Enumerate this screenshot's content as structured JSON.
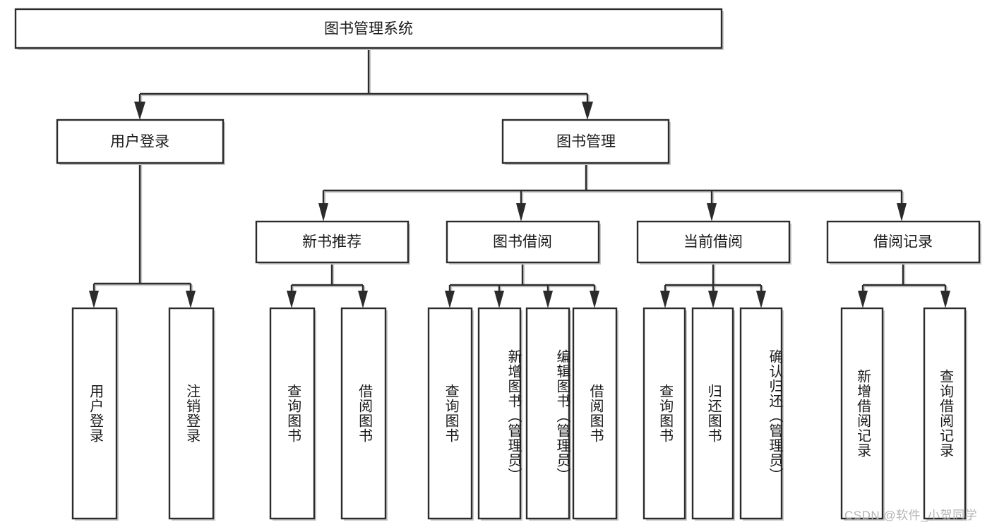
{
  "diagram": {
    "type": "tree",
    "title": "图书管理系统",
    "watermark": "CSDN @软件_小贺同学",
    "root": {
      "id": "root",
      "label": "图书管理系统",
      "orientation": "horizontal"
    },
    "level2": [
      {
        "id": "user-login",
        "label": "用户登录",
        "orientation": "horizontal"
      },
      {
        "id": "book-manage",
        "label": "图书管理",
        "orientation": "horizontal"
      }
    ],
    "level3": [
      {
        "id": "new-book-recommend",
        "label": "新书推荐",
        "parent": "book-manage",
        "orientation": "horizontal"
      },
      {
        "id": "book-borrow",
        "label": "图书借阅",
        "parent": "book-manage",
        "orientation": "horizontal"
      },
      {
        "id": "current-borrow",
        "label": "当前借阅",
        "parent": "book-manage",
        "orientation": "horizontal"
      },
      {
        "id": "borrow-record",
        "label": "借阅记录",
        "parent": "book-manage",
        "orientation": "horizontal"
      }
    ],
    "leaves": [
      {
        "id": "leaf-user-login",
        "label": "用户登录",
        "parent": "user-login",
        "orientation": "vertical"
      },
      {
        "id": "leaf-logout-login",
        "label": "注销登录",
        "parent": "user-login",
        "orientation": "vertical"
      },
      {
        "id": "leaf-query-book-1",
        "label": "查询图书",
        "parent": "new-book-recommend",
        "orientation": "vertical"
      },
      {
        "id": "leaf-borrow-book-1",
        "label": "借阅图书",
        "parent": "new-book-recommend",
        "orientation": "vertical"
      },
      {
        "id": "leaf-query-book-2",
        "label": "查询图书",
        "parent": "book-borrow",
        "orientation": "vertical"
      },
      {
        "id": "leaf-add-book",
        "label": "新增图书（管理员）",
        "parent": "book-borrow",
        "orientation": "vertical"
      },
      {
        "id": "leaf-edit-book",
        "label": "编辑图书（管理员）",
        "parent": "book-borrow",
        "orientation": "vertical"
      },
      {
        "id": "leaf-borrow-book-2",
        "label": "借阅图书",
        "parent": "book-borrow",
        "orientation": "vertical"
      },
      {
        "id": "leaf-query-book-3",
        "label": "查询图书",
        "parent": "current-borrow",
        "orientation": "vertical"
      },
      {
        "id": "leaf-return-book",
        "label": "归还图书",
        "parent": "current-borrow",
        "orientation": "vertical"
      },
      {
        "id": "leaf-confirm-return",
        "label": "确认归还（管理员）",
        "parent": "current-borrow",
        "orientation": "vertical"
      },
      {
        "id": "leaf-add-record",
        "label": "新增借阅记录",
        "parent": "borrow-record",
        "orientation": "vertical"
      },
      {
        "id": "leaf-query-record",
        "label": "查询借阅记录",
        "parent": "borrow-record",
        "orientation": "vertical"
      }
    ],
    "colors": {
      "box_stroke": "#2b2b2b",
      "box_fill": "#ffffff",
      "shadow": "#c9c9c9",
      "text": "#1a1a1a",
      "watermark": "#b4b4b4",
      "background": "#ffffff"
    }
  }
}
